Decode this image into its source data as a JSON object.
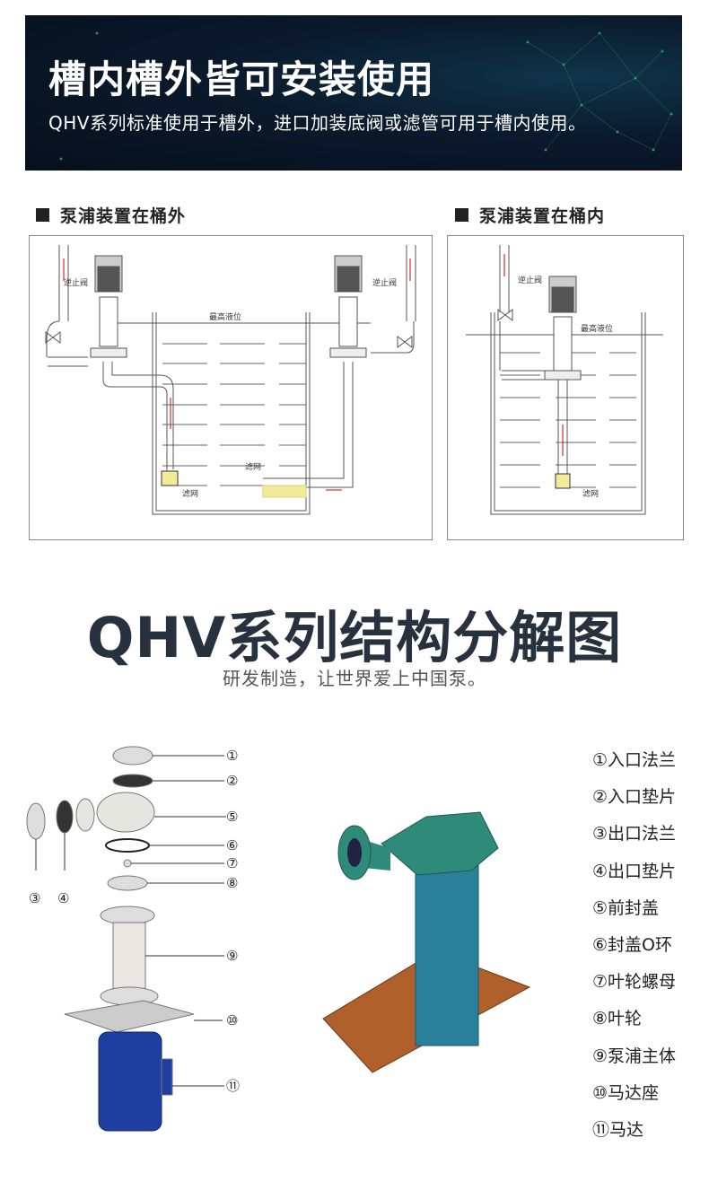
{
  "banner": {
    "title": "槽内槽外皆可安装使用",
    "subtitle": "QHV系列标准使用于槽外，进口加装底阀或滤管可用于槽内使用。"
  },
  "sections": [
    {
      "title": "泵浦装置在桶外",
      "labels": {
        "check_valve": "逆止阀",
        "max_level": "最高液位",
        "filter": "滤网"
      }
    },
    {
      "title": "泵浦装置在桶内",
      "labels": {
        "check_valve": "逆止阀",
        "max_level": "最高液位",
        "filter": "滤网"
      }
    }
  ],
  "structure": {
    "title": "QHV系列结构分解图",
    "subtitle": "研发制造，让世界爱上中国泵。"
  },
  "callouts": [
    "①",
    "②",
    "③",
    "④",
    "⑤",
    "⑥",
    "⑦",
    "⑧",
    "⑨",
    "⑩",
    "⑪"
  ],
  "parts": [
    "①入口法兰",
    "②入口垫片",
    "③出口法兰",
    "④出口垫片",
    "⑤前封盖",
    "⑥封盖O环",
    "⑦叶轮螺母",
    "⑧叶轮",
    "⑨泵浦主体",
    "⑩马达座",
    "⑪马达"
  ]
}
